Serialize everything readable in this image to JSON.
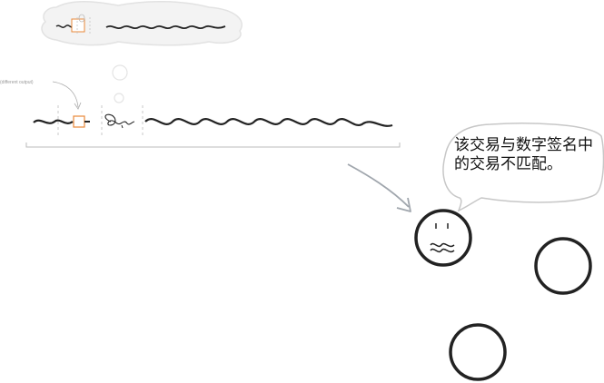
{
  "annotation": {
    "text": "(different output)"
  },
  "speech_bubble": {
    "text": "该交易与数字签名中的交易不匹配。"
  },
  "figures": [
    {
      "name": "unhappy-person",
      "mood": "worried"
    },
    {
      "name": "person-right"
    },
    {
      "name": "person-bottom"
    }
  ],
  "colors": {
    "ink": "#222222",
    "grey": "#999999",
    "thought_fill": "#f2f2f2",
    "changed_output": "#e8883a",
    "arrow": "#a0a6ad"
  }
}
